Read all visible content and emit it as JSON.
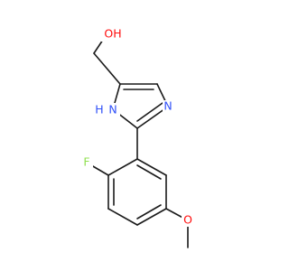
{
  "molecule": {
    "atoms": {
      "hydroxyl": "OH",
      "ring_nh": "N",
      "ring_nh_h": "H",
      "ring_n": "N",
      "fluorine": "F",
      "ether_oxygen": "O"
    },
    "colors": {
      "oxygen": "#ff0d0d",
      "nitrogen": "#3050f8",
      "fluorine": "#90e050",
      "bond": "#1a1a1a"
    }
  }
}
